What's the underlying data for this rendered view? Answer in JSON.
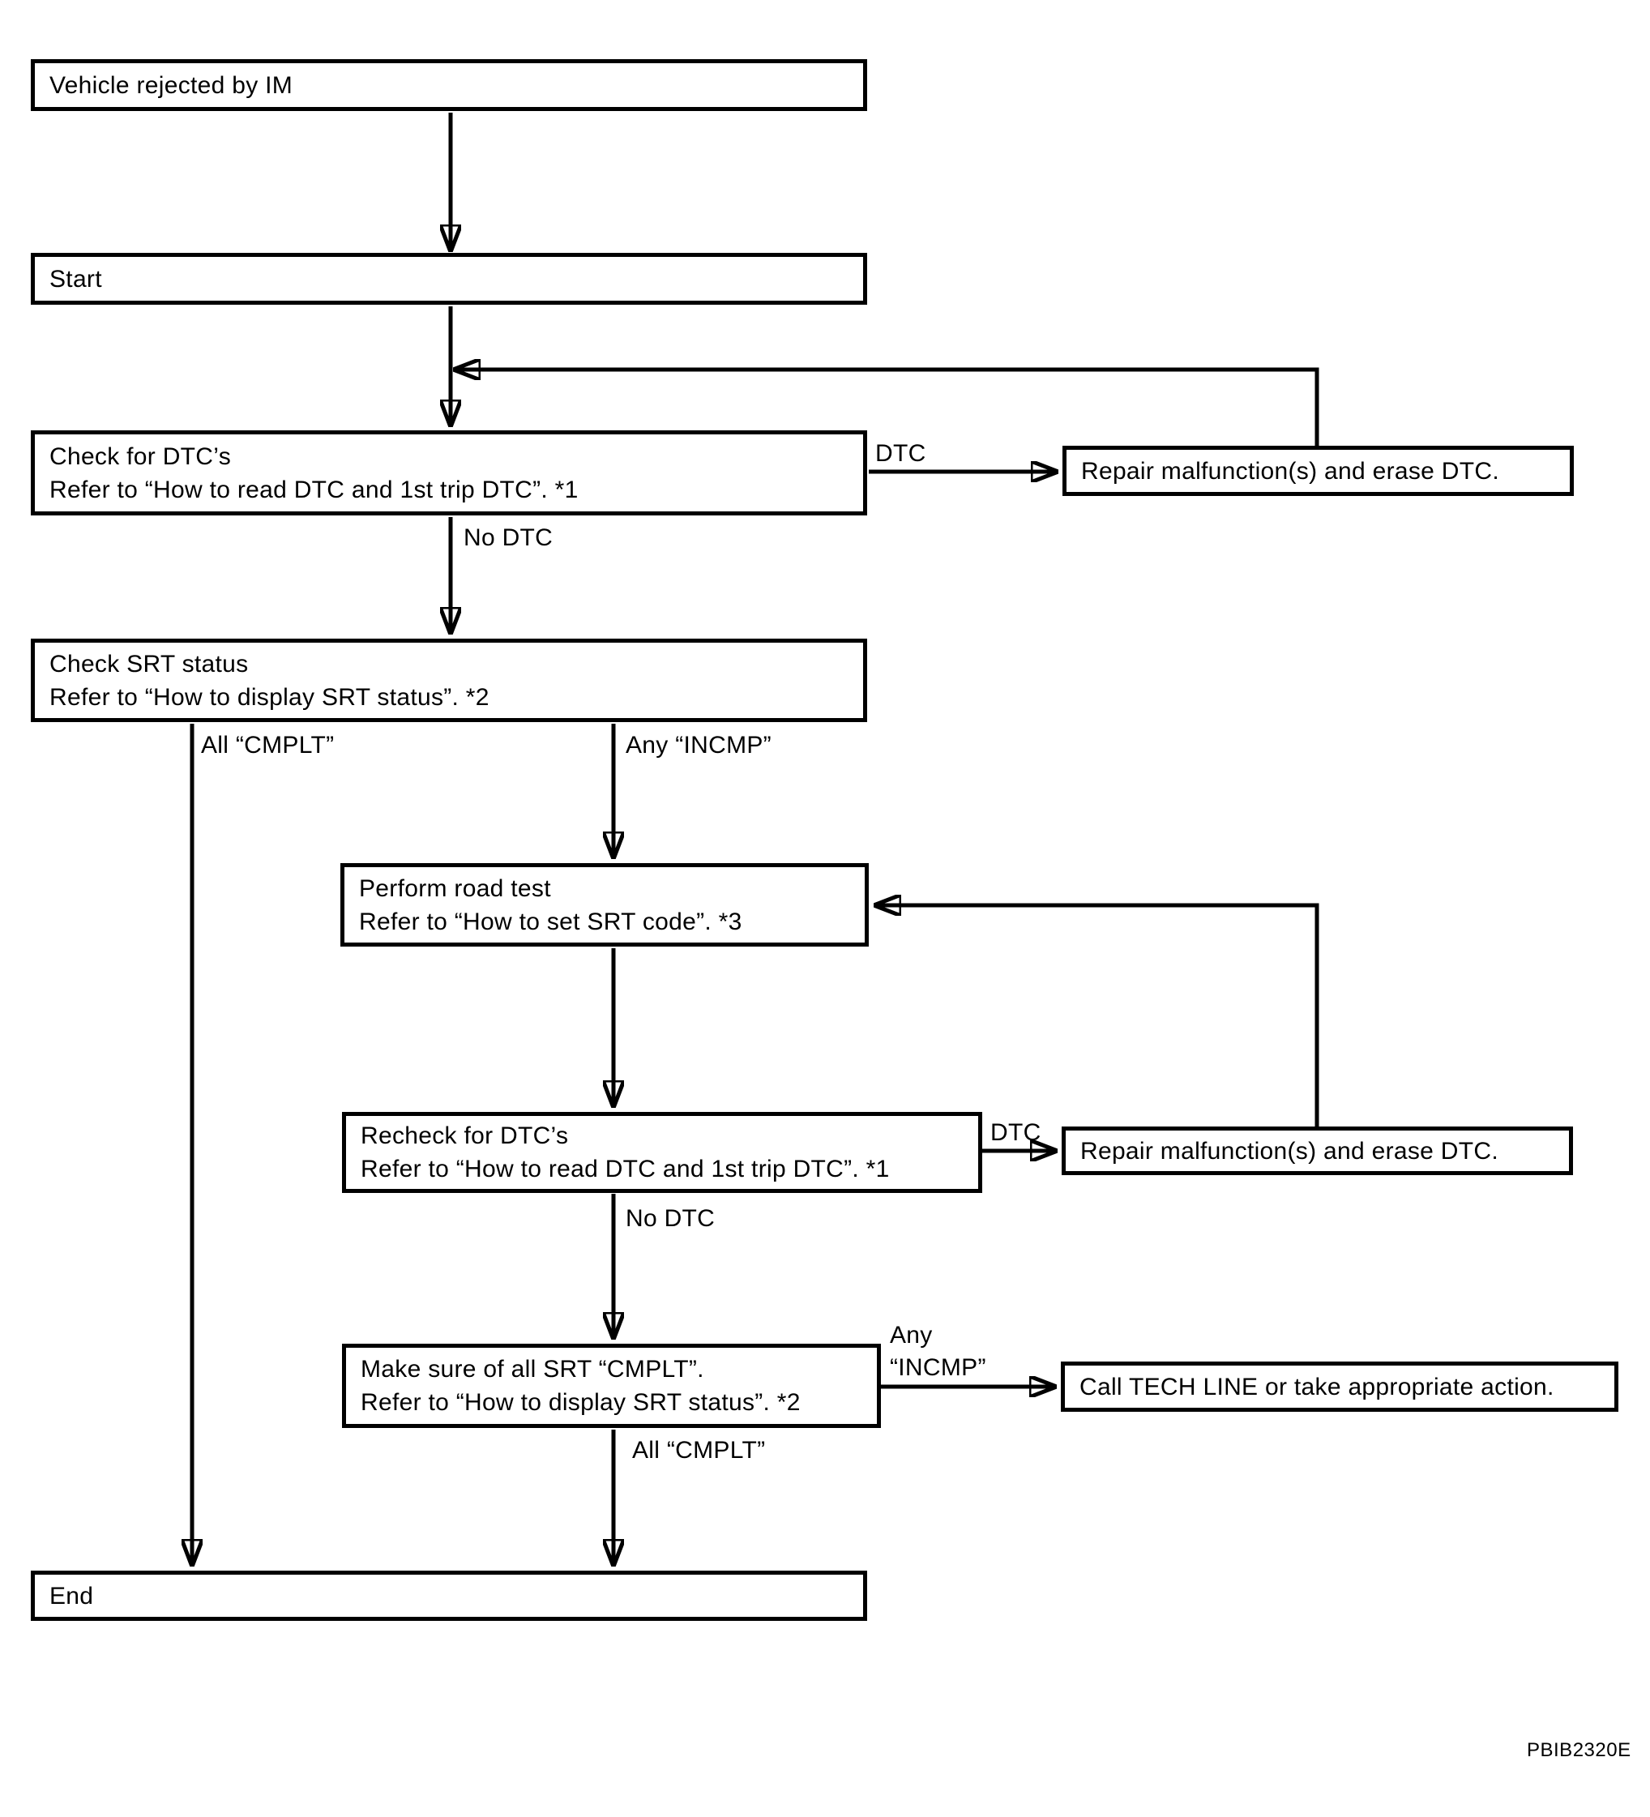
{
  "figure": {
    "code": "PBIB2320E"
  },
  "boxes": {
    "vehicle_rejected": {
      "text": "Vehicle rejected by IM"
    },
    "start": {
      "text": "Start"
    },
    "check_dtc": {
      "line1": "Check for DTC’s",
      "line2": "Refer to “How to read DTC and 1st trip DTC”. *1"
    },
    "check_srt": {
      "line1": "Check SRT status",
      "line2": "Refer to “How to display SRT status”. *2"
    },
    "road_test": {
      "line1": "Perform road test",
      "line2": "Refer to “How to set SRT code”. *3"
    },
    "recheck_dtc": {
      "line1": "Recheck for DTC’s",
      "line2": "Refer to “How to read DTC and 1st trip DTC”. *1"
    },
    "confirm_srt": {
      "line1": "Make sure of all SRT “CMPLT”.",
      "line2": "Refer to “How to display SRT status”. *2"
    },
    "repair_1": {
      "text": "Repair malfunction(s) and erase DTC."
    },
    "repair_2": {
      "text": "Repair malfunction(s) and erase DTC."
    },
    "call_tech_line": {
      "text": "Call TECH LINE or take appropriate action."
    },
    "end": {
      "text": "End"
    }
  },
  "edge_labels": {
    "dtc_1": "DTC",
    "no_dtc_1": "No DTC",
    "all_cmplt_1": "All “CMPLT”",
    "any_incmp_1": "Any “INCMP”",
    "dtc_2": "DTC",
    "no_dtc_2": "No DTC",
    "any_incmp_2_line1": "Any",
    "any_incmp_2_line2": "“INCMP”",
    "all_cmplt_2": "All “CMPLT”"
  }
}
